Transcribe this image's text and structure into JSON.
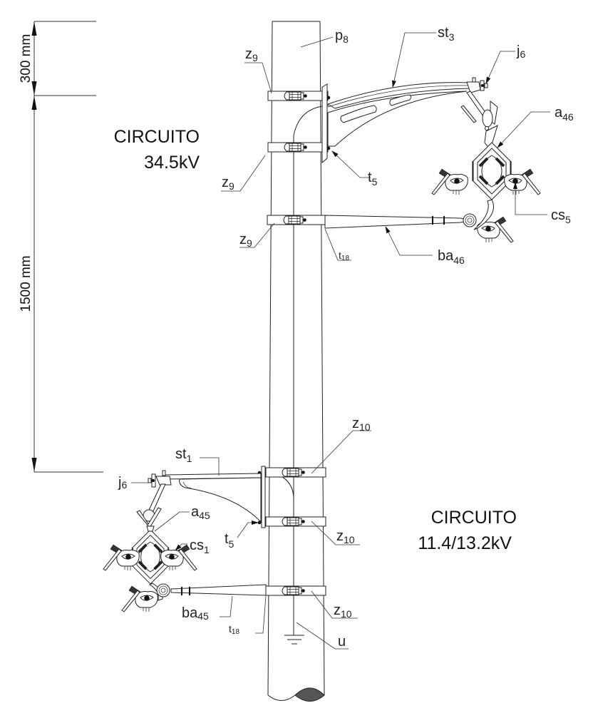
{
  "drawing": {
    "description": "Poste con dos circuitos: estructura tipo bandera",
    "dimensions": {
      "top": "300 mm",
      "main": "1500 mm"
    },
    "circuits": {
      "upper": {
        "line1": "CIRCUITO",
        "line2": "34.5kV"
      },
      "lower": {
        "line1": "CIRCUITO",
        "line2": "11.4/13.2kV"
      }
    },
    "labels": {
      "p8": {
        "base": "p",
        "sub": "8"
      },
      "st3": {
        "base": "st",
        "sub": "3"
      },
      "j6_top": {
        "base": "j",
        "sub": "6"
      },
      "a46": {
        "base": "a",
        "sub": "46"
      },
      "z9_a": {
        "base": "z",
        "sub": "9"
      },
      "z9_b": {
        "base": "z",
        "sub": "9"
      },
      "z9_c": {
        "base": "z",
        "sub": "9"
      },
      "t5_top": {
        "base": "t",
        "sub": "5"
      },
      "cs5": {
        "base": "cs",
        "sub": "5"
      },
      "t18_top": {
        "base": "t",
        "sub": "18"
      },
      "ba46": {
        "base": "ba",
        "sub": "46"
      },
      "z10_a": {
        "base": "z",
        "sub": "10"
      },
      "st1": {
        "base": "st",
        "sub": "1"
      },
      "j6_bottom": {
        "base": "j",
        "sub": "6"
      },
      "a45": {
        "base": "a",
        "sub": "45"
      },
      "z10_b": {
        "base": "z",
        "sub": "10"
      },
      "t5_bottom": {
        "base": "t",
        "sub": "5"
      },
      "cs1": {
        "base": "cs",
        "sub": "1"
      },
      "ba45": {
        "base": "ba",
        "sub": "45"
      },
      "z10_c": {
        "base": "z",
        "sub": "10"
      },
      "t18_bottom": {
        "base": "t",
        "sub": "18"
      },
      "u": {
        "base": "u",
        "sub": ""
      }
    }
  }
}
